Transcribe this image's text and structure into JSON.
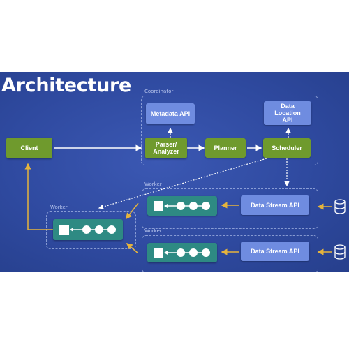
{
  "title": "Architecture",
  "groups": {
    "coordinator": "Coordinator",
    "worker_left": "Worker",
    "worker_top": "Worker",
    "worker_bottom": "Worker"
  },
  "nodes": {
    "client": "Client",
    "parser": "Parser/ Analyzer",
    "planner": "Planner",
    "scheduler": "Scheduler",
    "metadata_api": "Metadata API",
    "data_location_api": "Data Location API",
    "data_stream_api_top": "Data Stream API",
    "data_stream_api_bottom": "Data Stream API"
  },
  "icons": [
    "database-icon",
    "pipeline-icon",
    "arrow-icon"
  ],
  "colors": {
    "background": "#2f4aa0",
    "green_box": "#6f9a2d",
    "blue_box": "#6f8ce0",
    "teal_box": "#2e8a83",
    "yellow_arrow": "#e6b43c"
  }
}
